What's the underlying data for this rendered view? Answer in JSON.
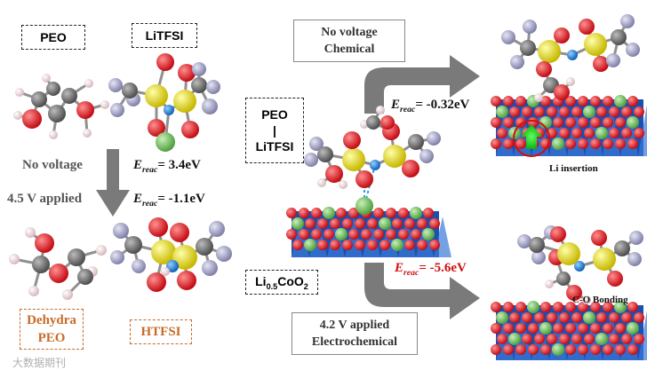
{
  "labels": {
    "peo": "PEO",
    "litfsi": "LiTFSI",
    "no_voltage": "No voltage",
    "applied_45": "4.5 V applied",
    "e_34": "= 3.4eV",
    "e_11": "= -1.1eV",
    "dehydra_line1": "Dehydra",
    "dehydra_line2": "PEO",
    "htfsi": "HTFSI",
    "chem_line1": "No voltage",
    "chem_line2": "Chemical",
    "elchem_line1": "4.2 V applied",
    "elchem_line2": "Electrochemical",
    "complex_line1": "PEO",
    "complex_line2": "|",
    "complex_line3": "LiTFSI",
    "licoo2_prefix": "Li",
    "licoo2_sub1": "0.5",
    "licoo2_mid": "CoO",
    "licoo2_sub2": "2",
    "e_032": "= -0.32eV",
    "e_56": "= -5.6eV",
    "li_insertion": "Li insertion",
    "co_bonding": "C-O Bonding",
    "e_symbol": "E",
    "e_sub": "reac",
    "watermark": "大数据期刊"
  },
  "colors": {
    "oxygen": "#d8141e",
    "carbon": "#6e6e6e",
    "hydrogen": "#f0d8dc",
    "fluorine": "#a8a8c8",
    "sulfur": "#e8e020",
    "nitrogen": "#2080d8",
    "lithium": "#70c060",
    "cobalt": "#1a50b0",
    "arrow": "#7a7a7a",
    "accent_orange": "#c86a28",
    "accent_red": "#d01010"
  }
}
